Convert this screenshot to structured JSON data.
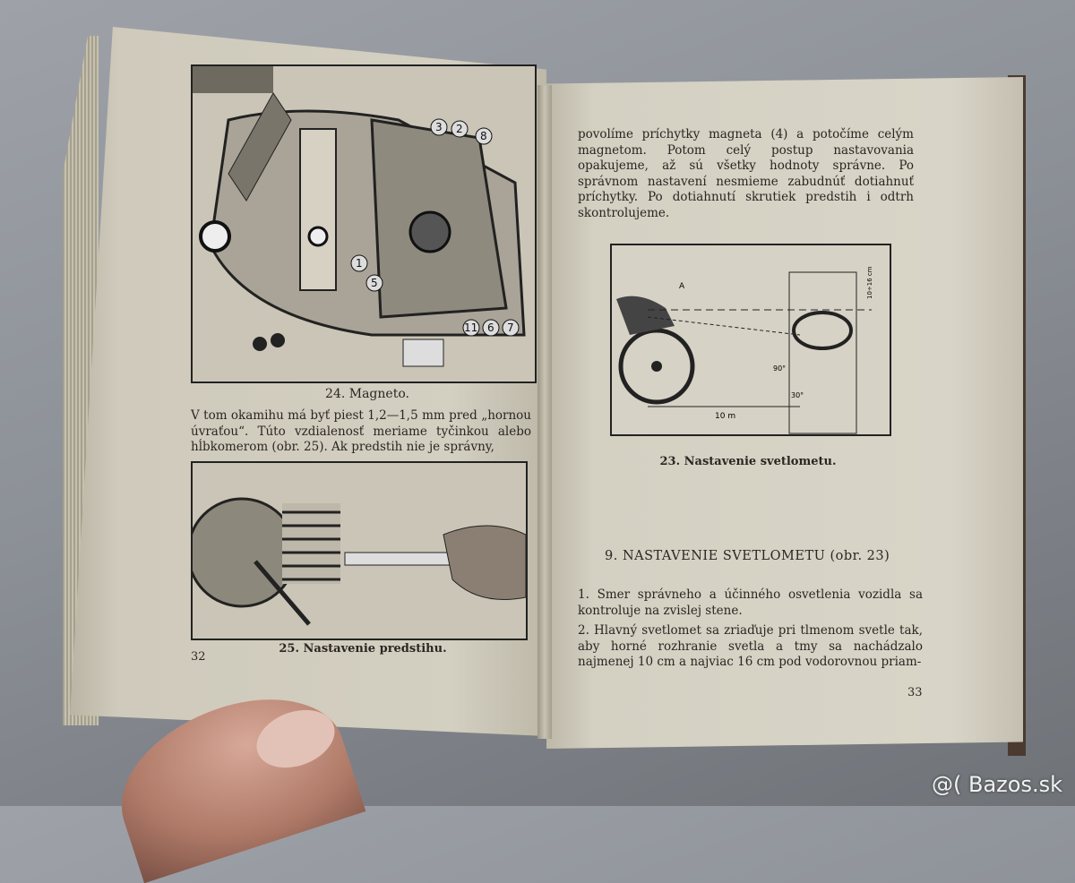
{
  "left_page": {
    "caption_24": "24. Magneto.",
    "paragraph": "V tom okamihu má byť piest 1,2—1,5 mm pred „hornou úvraťou“. Túto vzdialenosť meriame tyčinkou alebo hĺbkomerom (obr. 25). Ak predstih nie je správny,",
    "caption_25": "25. Nastavenie predstihu.",
    "page_number": "32"
  },
  "right_page": {
    "paragraph_top": "povolíme príchytky magneta (4) a potočíme celým magnetom. Potom celý postup nastavovania opakujeme, až sú všetky hodnoty správne. Po správnom nastavení nesmieme zabudnúť dotiahnuť príchytky. Po dotiahnutí skrutiek predstih i odtrh skontrolujeme.",
    "figure_23_labels": {
      "a": "A",
      "distance": "10 m",
      "height": "10÷16 cm",
      "angle": "90°",
      "angle2": "30°"
    },
    "caption_23": "23. Nastavenie svetlometu.",
    "heading": "9. NASTAVENIE SVETLOMETU (obr. 23)",
    "item_1": "1. Smer správneho a účinného osvetlenia vozidla sa kontroluje na zvislej stene.",
    "item_2": "2. Hlavný svetlomet sa zriaďuje pri tlmenom svetle tak, aby horné rozhranie svetla a tmy sa nachádzalo najmenej 10 cm a najviac 16 cm pod vodorovnou priam-",
    "page_number": "33"
  },
  "watermark": "@( Bazos.sk"
}
